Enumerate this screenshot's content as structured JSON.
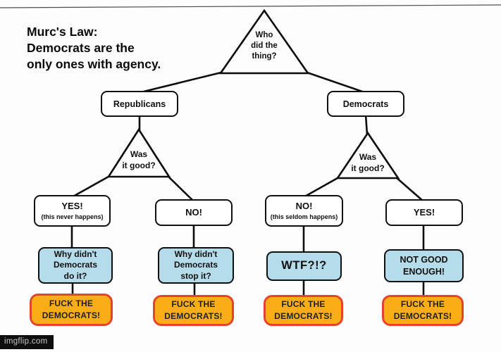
{
  "title": {
    "text": "Murc's Law:\nDemocrats are the\nonly ones with agency."
  },
  "root": {
    "question": "Who\ndid the\nthing?"
  },
  "branch_left": {
    "label": "Republicans",
    "question": "Was\nit good?"
  },
  "branch_right": {
    "label": "Democrats",
    "question": "Was\nit good?"
  },
  "outcomes": [
    {
      "answer": "YES!",
      "note": "(this never happens)",
      "reaction": "Why didn't\nDemocrats\ndo it?",
      "conclusion": "FUCK THE\nDEMOCRATS!"
    },
    {
      "answer": "NO!",
      "note": "",
      "reaction": "Why didn't\nDemocrats\nstop it?",
      "conclusion": "FUCK THE\nDEMOCRATS!"
    },
    {
      "answer": "NO!",
      "note": "(this seldom happens)",
      "reaction": "WTF?!?",
      "conclusion": "FUCK THE\nDEMOCRATS!"
    },
    {
      "answer": "YES!",
      "note": "",
      "reaction": "NOT GOOD\nENOUGH!",
      "conclusion": "FUCK THE\nDEMOCRATS!"
    }
  ],
  "watermark": "imgflip.com",
  "colors": {
    "line": "#0d0d0d",
    "reaction_fill": "#b5dcea",
    "conclusion_fill": "#fbad18",
    "conclusion_border": "#e6432c"
  }
}
